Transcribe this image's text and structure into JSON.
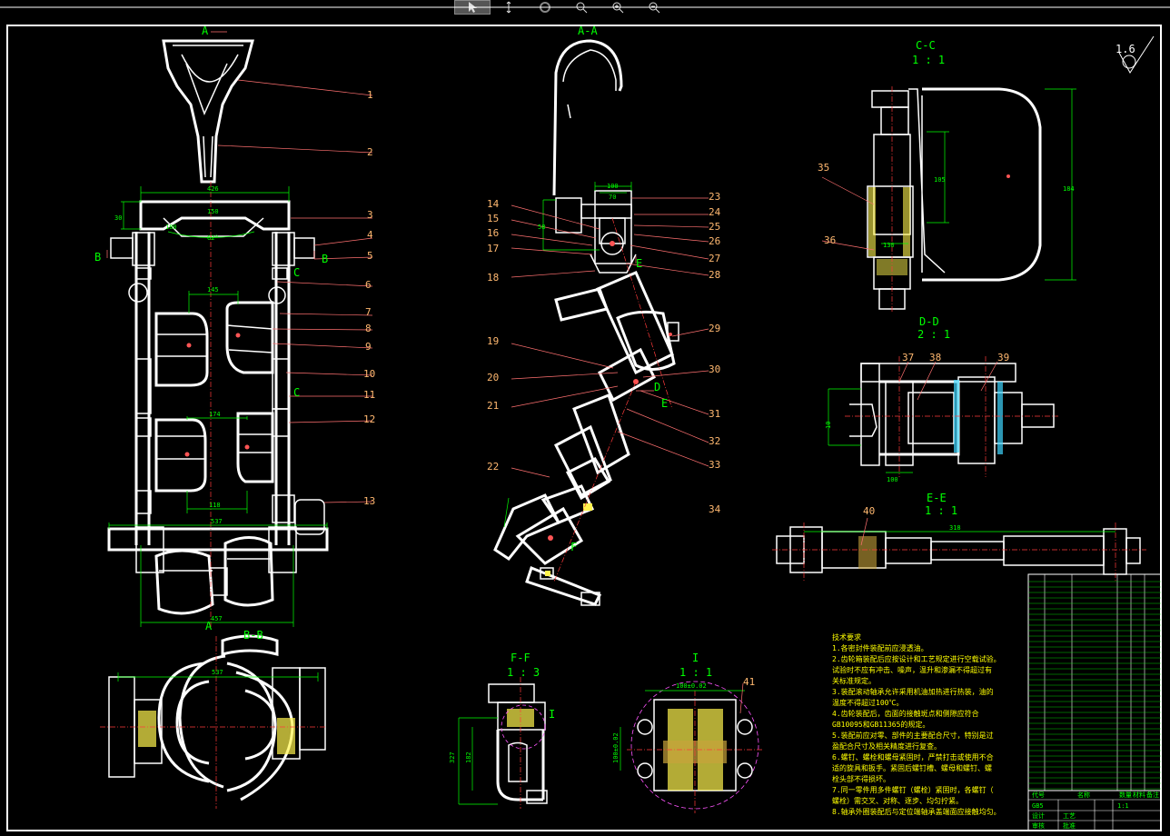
{
  "toolbar": {
    "tools": [
      {
        "name": "select-tool",
        "icon": "cursor-icon"
      },
      {
        "name": "pan-tool",
        "icon": "hand-icon"
      },
      {
        "name": "orbit-tool",
        "icon": "orbit-icon"
      },
      {
        "name": "zoom-tool",
        "icon": "zoom-icon"
      },
      {
        "name": "zoom-in-tool",
        "icon": "zoom-in-icon"
      },
      {
        "name": "zoom-out-tool",
        "icon": "zoom-out-icon"
      }
    ]
  },
  "sections": {
    "a_mark_top": "A",
    "a_mark_bottom": "A",
    "b_left": "B",
    "b_right": "B",
    "c_upper": "C",
    "c_lower": "C",
    "aa": "A-A",
    "bb": "B-B",
    "cc": "C-C",
    "cc_scale": "1 : 1",
    "dd": "D-D",
    "dd_scale": "2 : 1",
    "ee": "E-E",
    "ee_scale": "1 : 1",
    "ff": "F-F",
    "ff_scale": "1 : 3",
    "i_title": "I",
    "i_scale": "1 : 1",
    "d_upper": "D",
    "d_lower": "D",
    "e_upper": "E",
    "e_lower": "E",
    "f_mark": "F",
    "i_mark": "I",
    "roughness": "1.6"
  },
  "labels": {
    "l1": "1",
    "l2": "2",
    "l3": "3",
    "l4": "4",
    "l5": "5",
    "l6": "6",
    "l7": "7",
    "l8": "8",
    "l9": "9",
    "l10": "10",
    "l11": "11",
    "l12": "12",
    "l13": "13",
    "l14": "14",
    "l15": "15",
    "l16": "16",
    "l17": "17",
    "l18": "18",
    "l19": "19",
    "l20": "20",
    "l21": "21",
    "l22": "22",
    "l23": "23",
    "l24": "24",
    "l25": "25",
    "l26": "26",
    "l27": "27",
    "l28": "28",
    "l29": "29",
    "l30": "30",
    "l31": "31",
    "l32": "32",
    "l33": "33",
    "l34": "34",
    "l35": "35",
    "l36": "36",
    "l37": "37",
    "l38": "38",
    "l39": "39",
    "l40": "40",
    "l41": "41"
  },
  "dims": {
    "d426": "426",
    "d150": "150",
    "d30": "30",
    "d180": "180",
    "d62": "62°",
    "d145": "145",
    "d174": "174",
    "d118": "118",
    "d537": "537",
    "d457": "457",
    "d100": "100",
    "d70": "70",
    "d58": "58",
    "d105": "105",
    "d184": "184",
    "d130": "130",
    "d10": "10",
    "d100b": "100",
    "d318": "318",
    "d10_5": "105",
    "d100_02": "100±0.02",
    "d100_02v": "100±0.02",
    "d327": "327",
    "d182": "182",
    "d537b": "537"
  },
  "notes": {
    "title": "技术要求",
    "n1": "1.各密封件装配前应浸透油。",
    "n2": "2.齿轮箱装配后应按设计和工艺规定进行空载试验。",
    "n2b": "试验时不应有冲击、噪声，温升和渗漏不得超过有",
    "n2c": "关标准规定。",
    "n3": "3.装配滚动轴承允许采用机油加热进行热装，油的",
    "n3b": "温度不得超过100℃。",
    "n4": "4.齿轮装配后，齿面的接触斑点和侧隙应符合",
    "n4b": "GB10095和GB11365的规定。",
    "n5": "5.装配前应对零、部件的主要配合尺寸，特别是过",
    "n5b": "盈配合尺寸及相关精度进行复查。",
    "n6": "6.螺钉、螺栓和螺母紧固时，严禁打击或使用不合",
    "n6b": "适的旋具和扳手。紧固后螺钉槽、螺母和螺钉、螺",
    "n6c": "栓头部不得损坏。",
    "n7": "7.同一零件用多件螺钉（螺栓）紧固时，各螺钉（",
    "n7b": "螺栓）需交叉、对称、逐步、均匀拧紧。",
    "n8": "8.轴承外圈装配后与定位端轴承盖端面应接触均匀。"
  },
  "title_block": {
    "col1": "代号",
    "col2": "名称",
    "col3": "数量",
    "col4": "材料",
    "col5": "备注",
    "r1": "GB5",
    "bottom1": "设计",
    "bottom2": "审核",
    "bottom3": "工艺",
    "bottom4": "批准",
    "scale": "1:1"
  }
}
